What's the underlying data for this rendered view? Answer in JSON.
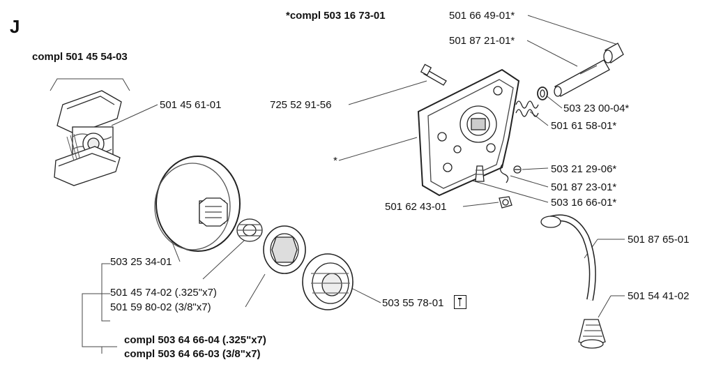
{
  "section_letter": "J",
  "header_assembly": "*compl 503 16 73-01",
  "clutch_group": {
    "title": "compl 501 45 54-03",
    "shoe_part": "501 45 61-01"
  },
  "drum_group": {
    "drum": "503 25 34-01",
    "sprocket_325": "501 45 74-02 (.325\"x7)",
    "sprocket_38": "501 59 80-02 (3/8\"x7)",
    "compl_325": "compl 503 64 66-04 (.325\"x7)",
    "compl_38": "compl 503 64 66-03 (3/8\"x7)",
    "rim_part": "503 55 78-01"
  },
  "oil_pump_group": {
    "bolt": "725 52 91-56",
    "cap": "501 66 49-01*",
    "shaft": "501 87 21-01*",
    "oring": "503 23 00-04*",
    "spring": "501 61 58-01*",
    "screw": "503 21 29-06*",
    "clip": "501 87 23-01*",
    "valve": "503 16 66-01*",
    "nut": "501 62 43-01",
    "star": "*"
  },
  "oil_hose_group": {
    "hose": "501 87 65-01",
    "filter": "501 54 41-02"
  },
  "icons": {
    "tool": "wrench-icon"
  },
  "colors": {
    "ink": "#111111",
    "leader": "#333333",
    "background": "#ffffff"
  }
}
